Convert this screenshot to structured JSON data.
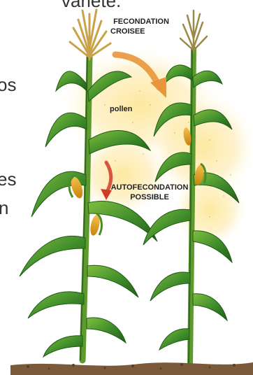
{
  "page_fragments": {
    "top": "variété.",
    "line1": "os",
    "line2": "es",
    "line3": "n"
  },
  "labels": {
    "cross_line1": "FECONDATION",
    "cross_line2": "CROISEE",
    "pollen": "pollen",
    "self_line1": "AUTOFECONDATION",
    "self_line2": "POSSIBLE"
  },
  "colors": {
    "leaf": "#3d8a2a",
    "leaf_dark": "#1f5c16",
    "stalk": "#5f9a2e",
    "tassel": "#c9a24a",
    "cob": "#e0a21e",
    "pollen_glow": "#fde79a",
    "arrow": "#e9963a",
    "self_arrow": "#d23a2a",
    "soil": "#7a5a3a"
  }
}
